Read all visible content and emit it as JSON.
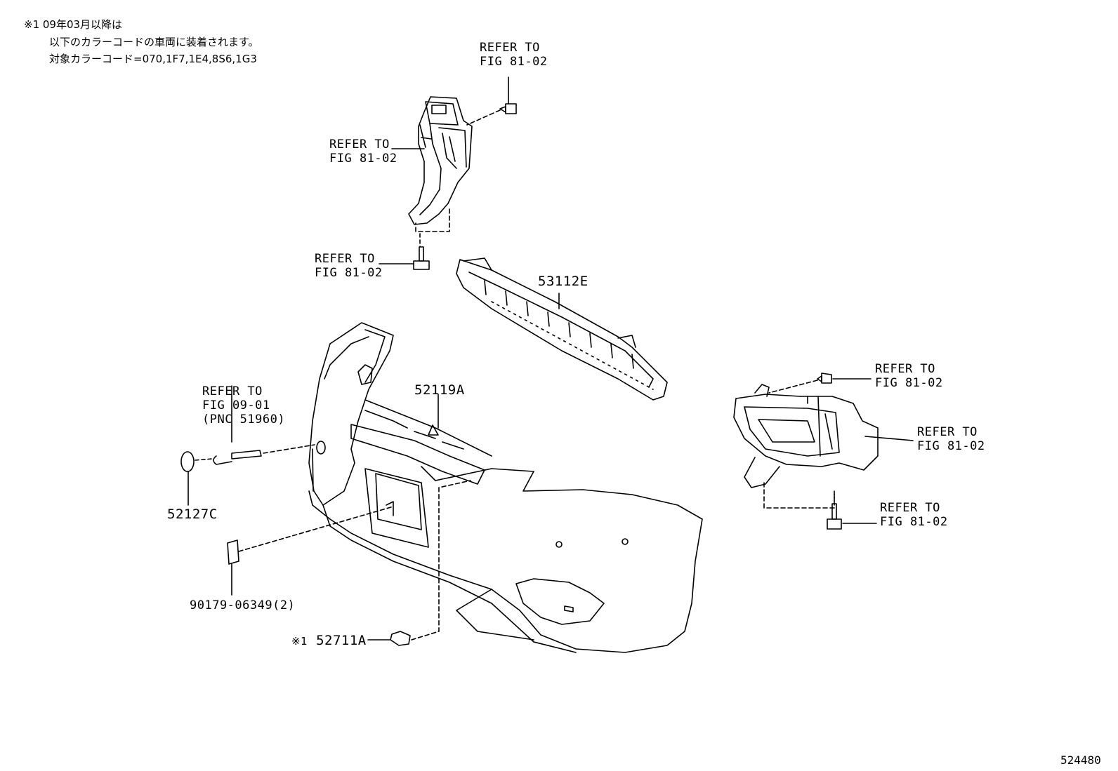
{
  "note": {
    "line1": "※1 09年03月以降は",
    "line2": "以下のカラーコードの車両に装着されます。",
    "line3": "対象カラーコード=070,1F7,1E4,8S6,1G3"
  },
  "refs": {
    "top_bolt": [
      "REFER TO",
      "FIG 81-02"
    ],
    "upper_bracket": [
      "REFER TO",
      "FIG 81-02"
    ],
    "lower_bolt": [
      "REFER TO",
      "FIG 81-02"
    ],
    "tow_hook": [
      "REFER TO",
      "FIG 09-01",
      "(PNC 51960)"
    ],
    "fog_clip": [
      "REFER TO",
      "FIG 81-02"
    ],
    "fog_lamp": [
      "REFER TO",
      "FIG 81-02"
    ],
    "fog_bolt": [
      "REFER TO",
      "FIG 81-02"
    ]
  },
  "parts": {
    "grille": "53112E",
    "bumper_cover": "52119A",
    "tow_cap": "52127C",
    "nut": "90179-06349(2)",
    "retainer_mark": "※1",
    "retainer": "52711A"
  },
  "figure_id": "524480"
}
